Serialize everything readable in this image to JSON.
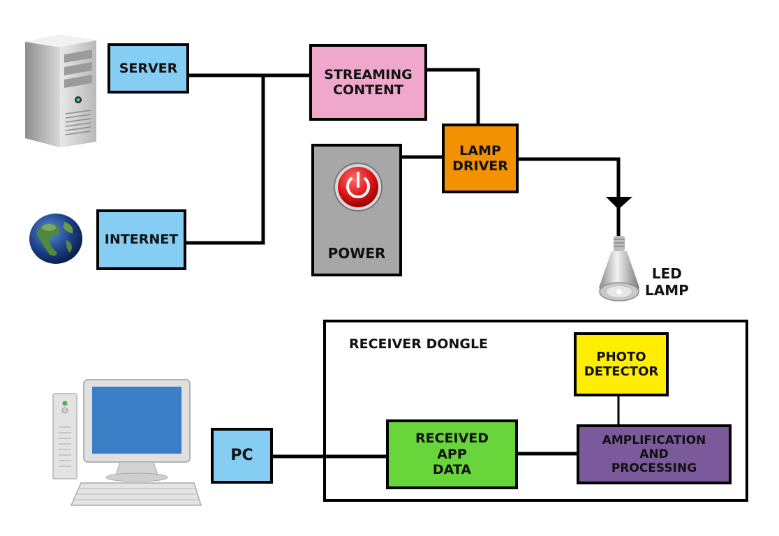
{
  "colors": {
    "light_blue": "#86cdf4",
    "pink": "#f0a7cc",
    "orange": "#f39200",
    "gray": "#a7a7a7",
    "green": "#68d53a",
    "yellow": "#ffee00",
    "purple": "#7b5a9c",
    "wire": "#000000"
  },
  "nodes": {
    "server": "SERVER",
    "internet": "INTERNET",
    "streaming_content": "STREAMING\nCONTENT",
    "lamp_driver": "LAMP\nDRIVER",
    "power": "POWER",
    "led_lamp": "LED\nLAMP",
    "receiver_dongle": "RECEIVER DONGLE",
    "photo_detector": "PHOTO\nDETECTOR",
    "amplification_processing": "AMPLIFICATION\nAND\nPROCESSING",
    "received_app_data": "RECEIVED\nAPP\nDATA",
    "pc": "PC"
  },
  "icons": [
    "server-tower-icon",
    "globe-icon",
    "power-button-icon",
    "led-bulb-icon",
    "desktop-pc-icon"
  ]
}
